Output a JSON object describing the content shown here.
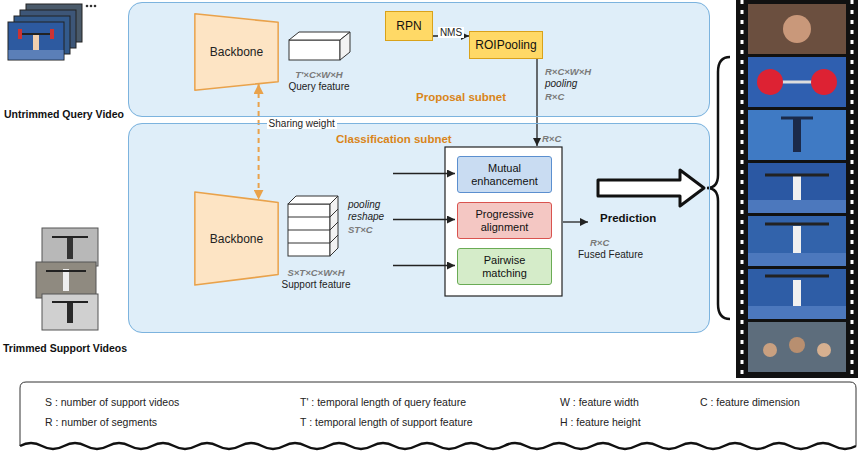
{
  "diagram": {
    "nodes": [
      {
        "text": [
          "Proposal subnet"
        ]
      },
      {
        "text": [
          "Backbone"
        ],
        "in": 0
      },
      {
        "text": [
          "RPN"
        ],
        "in": 0
      },
      {
        "text": [
          "ROIPooling"
        ],
        "in": 0
      },
      {
        "text": [
          "Classification subnet"
        ]
      },
      {
        "text": [
          "Backbone"
        ],
        "in": 4
      },
      {
        "text": [
          "Mutual enhancement"
        ],
        "in": 4
      },
      {
        "text": [
          "Progressive alignment"
        ],
        "in": 4
      },
      {
        "text": [
          "Pairwise matching"
        ],
        "in": 4
      }
    ],
    "edges": [
      {
        "from": 2,
        "to": 3,
        "label": "NMS",
        "arrow": "to"
      },
      {
        "from": 1,
        "to": 5,
        "label": "Sharing weight",
        "arrow": "both"
      }
    ],
    "labels": [
      "Untrimmed Query Video",
      "T'×C×W×H",
      "Query feature",
      "R×C×W×H",
      "pooling",
      "R×C",
      "Trimmed Support Videos",
      "R×C",
      "pooling",
      "reshape",
      "ST×C",
      "S×T×C×W×H",
      "Support feature",
      "R×C",
      "Fused Feature",
      "Prediction",
      "S : number of support videos",
      "T' : temporal length of query feature",
      "W : feature width",
      "C : feature dimension",
      "R : number of segments",
      "T : temporal length of support feature",
      "H : feature height"
    ]
  }
}
